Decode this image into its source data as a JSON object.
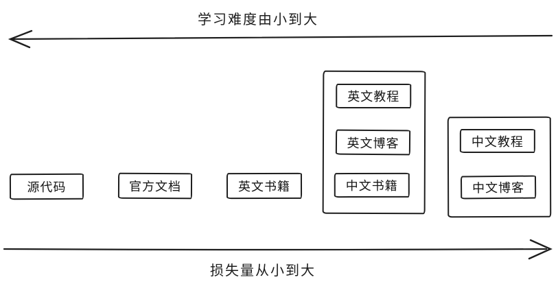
{
  "diagram": {
    "top_axis": {
      "label": "学习难度由小到大",
      "direction": "left"
    },
    "bottom_axis": {
      "label": "损失量从小到大",
      "direction": "right"
    },
    "standalone_boxes": [
      {
        "label": "源代码"
      },
      {
        "label": "官方文档"
      },
      {
        "label": "英文书籍"
      }
    ],
    "groups": [
      {
        "items": [
          {
            "label": "英文教程"
          },
          {
            "label": "英文博客"
          },
          {
            "label": "中文书籍"
          }
        ]
      },
      {
        "items": [
          {
            "label": "中文教程"
          },
          {
            "label": "中文博客"
          }
        ]
      }
    ],
    "colors": {
      "stroke": "#1e1e1e",
      "background": "#ffffff",
      "text": "#1a1a1a"
    }
  }
}
